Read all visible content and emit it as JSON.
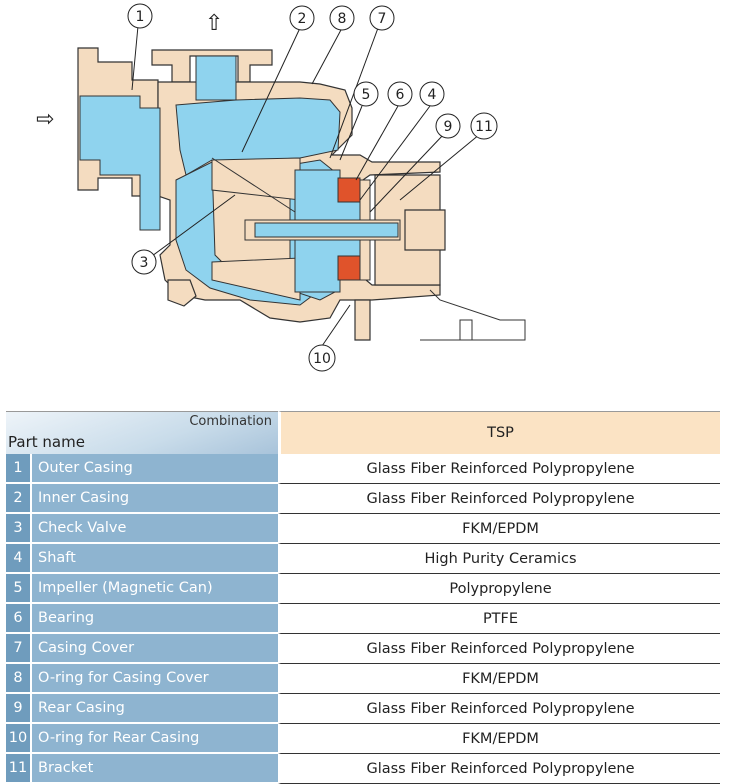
{
  "diagram": {
    "callouts": [
      "1",
      "2",
      "8",
      "7",
      "5",
      "6",
      "4",
      "9",
      "11",
      "3",
      "10"
    ],
    "arrows": {
      "outlet": "⇧",
      "inlet": "⇨"
    },
    "colors": {
      "liquid": "#8fd3ee",
      "casing": "#f4dcc0",
      "magnet": "#e0532b",
      "outline": "#333333"
    }
  },
  "table": {
    "header": {
      "combination": "Combination",
      "part_name": "Part name",
      "column": "TSP"
    },
    "rows": [
      {
        "no": "1",
        "name": "Outer Casing",
        "material": "Glass Fiber Reinforced Polypropylene"
      },
      {
        "no": "2",
        "name": "Inner Casing",
        "material": "Glass Fiber Reinforced Polypropylene"
      },
      {
        "no": "3",
        "name": "Check Valve",
        "material": "FKM/EPDM"
      },
      {
        "no": "4",
        "name": "Shaft",
        "material": "High Purity Ceramics"
      },
      {
        "no": "5",
        "name": "Impeller (Magnetic Can)",
        "material": "Polypropylene"
      },
      {
        "no": "6",
        "name": "Bearing",
        "material": "PTFE"
      },
      {
        "no": "7",
        "name": "Casing Cover",
        "material": "Glass Fiber Reinforced Polypropylene"
      },
      {
        "no": "8",
        "name": "O-ring for Casing Cover",
        "material": "FKM/EPDM"
      },
      {
        "no": "9",
        "name": "Rear Casing",
        "material": "Glass Fiber Reinforced Polypropylene"
      },
      {
        "no": "10",
        "name": "O-ring for Rear Casing",
        "material": "FKM/EPDM"
      },
      {
        "no": "11",
        "name": "Bracket",
        "material": "Glass Fiber Reinforced Polypropylene"
      }
    ]
  }
}
